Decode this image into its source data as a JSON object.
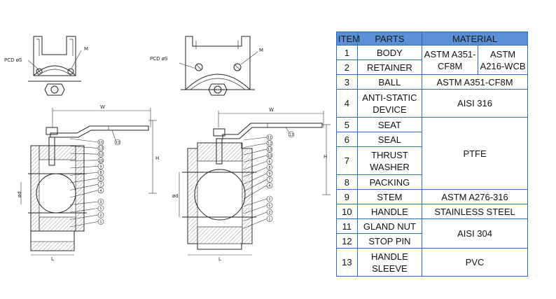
{
  "drawing": {
    "label_pcd": "PCD øS",
    "label_m": "M",
    "label_w": "W",
    "label_h": "H",
    "label_l": "L",
    "label_d": "ød",
    "left_balloons_upper": [
      "11",
      "13",
      "12",
      "10",
      "9",
      "8",
      "6",
      "7",
      "4"
    ],
    "left_balloons_lower": [
      "3",
      "5",
      "2",
      "1"
    ],
    "right_balloons_upper": [
      "11",
      "12",
      "13",
      "10",
      "6",
      "8",
      "9",
      "7",
      "4"
    ],
    "right_balloons_lower": [
      "3",
      "5",
      "2",
      "1"
    ]
  },
  "table": {
    "headers": {
      "item": "ITEM",
      "parts": "PARTS",
      "material": "MATERIAL"
    },
    "rows": [
      {
        "item": "1",
        "part": "BODY",
        "mat_a": "ASTM A351-CF8M",
        "mat_b": "ASTM A216-WCB"
      },
      {
        "item": "2",
        "part": "RETAINER"
      },
      {
        "item": "3",
        "part": "BALL",
        "material": "ASTM A351-CF8M"
      },
      {
        "item": "4",
        "part": "ANTI-STATIC DEVICE",
        "material": "AISI 316"
      },
      {
        "item": "5",
        "part": "SEAT",
        "material": "PTFE"
      },
      {
        "item": "6",
        "part": "SEAL"
      },
      {
        "item": "7",
        "part": "THRUST WASHER"
      },
      {
        "item": "8",
        "part": "PACKING"
      },
      {
        "item": "9",
        "part": "STEM",
        "material": "ASTM A276-316"
      },
      {
        "item": "10",
        "part": "HANDLE",
        "material": "STAINLESS STEEL"
      },
      {
        "item": "11",
        "part": "GLAND NUT",
        "material": "AISI 304"
      },
      {
        "item": "12",
        "part": "STOP PIN"
      },
      {
        "item": "13",
        "part": "HANDLE SLEEVE",
        "material": "PVC"
      }
    ]
  }
}
